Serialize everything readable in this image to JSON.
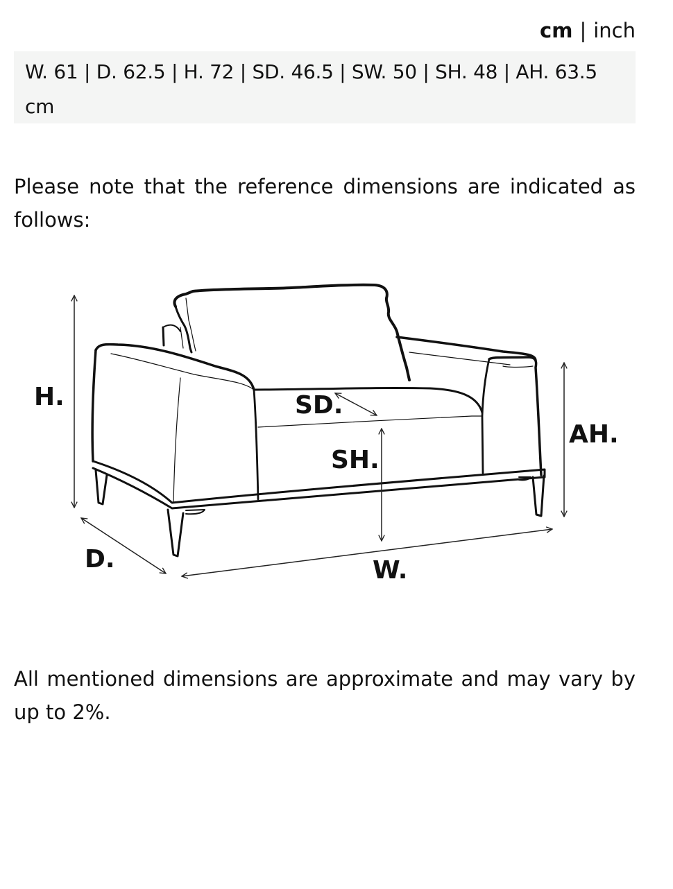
{
  "unit_toggle": {
    "active": "cm",
    "separator": "|",
    "inactive": "inch"
  },
  "dimensions_text": "W. 61 | D. 62.5 | H. 72 | SD. 46.5 | SW. 50 | SH. 48 | AH. 63.5 cm",
  "note_reference": "Please note that the reference dimensions are indicated as follows:",
  "diagram": {
    "labels": {
      "h": "H.",
      "sd": "SD.",
      "ah": "AH.",
      "sh": "SH.",
      "d": "D.",
      "w": "W."
    },
    "icon": "armchair-line-drawing"
  },
  "note_approx": "All mentioned dimensions are approximate and may vary by up to 2%."
}
